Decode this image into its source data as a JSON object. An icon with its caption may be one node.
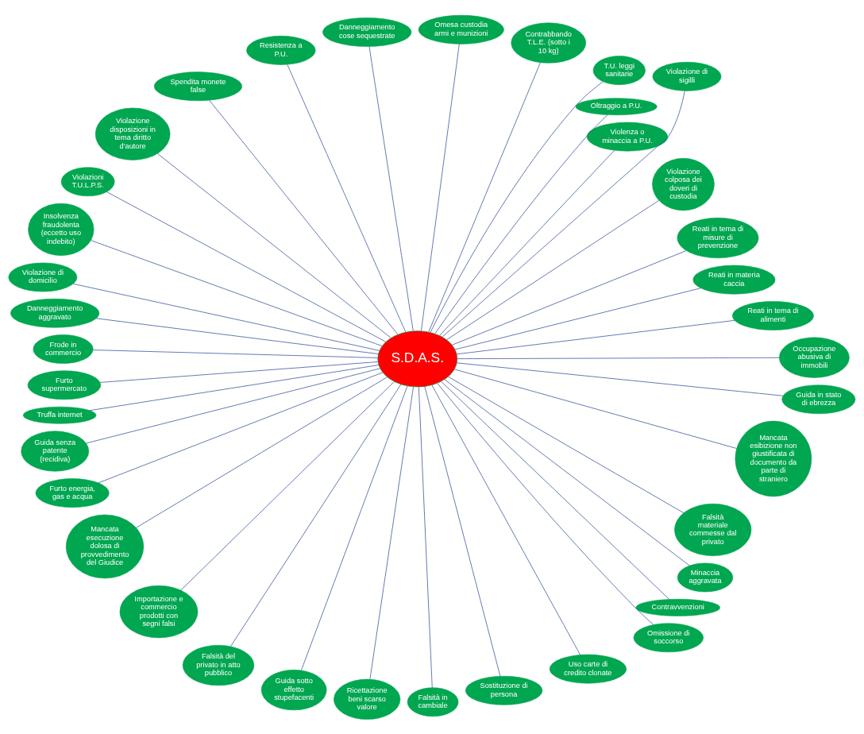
{
  "diagram": {
    "nodes": [
      {
        "text": [
          "S.D.A.S."
        ]
      },
      {
        "text": [
          "Reati in tema di alimenti"
        ]
      },
      {
        "text": [
          "Reati in materia caccia"
        ]
      },
      {
        "text": [
          "Reati in tema di misure di prevenzione"
        ]
      },
      {
        "text": [
          "Violazione colposa dei doveri di custodia"
        ]
      },
      {
        "text": [
          "Violenza o minaccia a P.U."
        ]
      },
      {
        "text": [
          "Oltraggio a P.U."
        ]
      },
      {
        "text": [
          "Violazione di sigilli"
        ]
      },
      {
        "text": [
          "T.U. leggi sanitarie"
        ]
      },
      {
        "text": [
          "Contrabbando T.L.E. (sotto i 10 kg)"
        ]
      },
      {
        "text": [
          "Omesa custodia armi e munizioni"
        ]
      },
      {
        "text": [
          "Danneggiamento cose sequestrate"
        ]
      },
      {
        "text": [
          "Resistenza a P.U."
        ]
      },
      {
        "text": [
          "Spendita monete false"
        ]
      },
      {
        "text": [
          "Violazione disposizioni in tema diritto d'autore"
        ]
      },
      {
        "text": [
          "Violazioni T.U.L.P.S."
        ]
      },
      {
        "text": [
          "Insolvenza fraudolenta (eccetto uso indebito)"
        ]
      },
      {
        "text": [
          "Violazione di domicilio"
        ]
      },
      {
        "text": [
          "Danneggiamento aggravato"
        ]
      },
      {
        "text": [
          "Frode in commercio"
        ]
      },
      {
        "text": [
          "Furto supermercato"
        ]
      },
      {
        "text": [
          "Truffa internet"
        ]
      },
      {
        "text": [
          "Guida senza patente (recidiva)"
        ]
      },
      {
        "text": [
          "Furto energia, gas e acqua"
        ]
      },
      {
        "text": [
          "Mancata esecuzione dolosa di provvedimento del Giudice"
        ]
      },
      {
        "text": [
          "Importazione e commercio prodotti con segni falsi"
        ]
      },
      {
        "text": [
          "Falsità del privato in atto pubblico"
        ]
      },
      {
        "text": [
          "Guida sotto effetto stupefacenti"
        ]
      },
      {
        "text": [
          "Ricettazione beni scarso valore"
        ]
      },
      {
        "text": [
          "Falsità in cambiale"
        ]
      },
      {
        "text": [
          "Sostituzione di persona"
        ]
      },
      {
        "text": [
          "Uso carte di credito clonate"
        ]
      },
      {
        "text": [
          "Omissione di soccorso"
        ]
      },
      {
        "text": [
          "Contravvenzioni"
        ]
      },
      {
        "text": [
          "Minaccia aggravata"
        ]
      },
      {
        "text": [
          "Falsità materiale commesse dal privato"
        ]
      },
      {
        "text": [
          "Mancata esibizione non giustificata di documento da parte di straniero"
        ]
      },
      {
        "text": [
          "Guida in stato di ebrezza"
        ]
      },
      {
        "text": [
          "Occupazione abusiva di immobili"
        ]
      }
    ],
    "edges": [
      {
        "from": 0,
        "to": 1,
        "arrow": "none"
      },
      {
        "from": 0,
        "to": 2,
        "arrow": "none"
      },
      {
        "from": 0,
        "to": 3,
        "arrow": "none"
      },
      {
        "from": 0,
        "to": 4,
        "arrow": "none"
      },
      {
        "from": 0,
        "to": 5,
        "arrow": "none"
      },
      {
        "from": 0,
        "to": 6,
        "arrow": "none"
      },
      {
        "from": 0,
        "to": 7,
        "arrow": "none"
      },
      {
        "from": 0,
        "to": 8,
        "arrow": "none"
      },
      {
        "from": 0,
        "to": 9,
        "arrow": "none"
      },
      {
        "from": 0,
        "to": 10,
        "arrow": "none"
      },
      {
        "from": 0,
        "to": 11,
        "arrow": "none"
      },
      {
        "from": 0,
        "to": 12,
        "arrow": "none"
      },
      {
        "from": 0,
        "to": 13,
        "arrow": "none"
      },
      {
        "from": 0,
        "to": 14,
        "arrow": "none"
      },
      {
        "from": 0,
        "to": 15,
        "arrow": "none"
      },
      {
        "from": 0,
        "to": 16,
        "arrow": "none"
      },
      {
        "from": 0,
        "to": 17,
        "arrow": "none"
      },
      {
        "from": 0,
        "to": 18,
        "arrow": "none"
      },
      {
        "from": 0,
        "to": 19,
        "arrow": "none"
      },
      {
        "from": 0,
        "to": 20,
        "arrow": "none"
      },
      {
        "from": 0,
        "to": 21,
        "arrow": "none"
      },
      {
        "from": 0,
        "to": 22,
        "arrow": "none"
      },
      {
        "from": 0,
        "to": 23,
        "arrow": "none"
      },
      {
        "from": 0,
        "to": 24,
        "arrow": "none"
      },
      {
        "from": 0,
        "to": 25,
        "arrow": "none"
      },
      {
        "from": 0,
        "to": 26,
        "arrow": "none"
      },
      {
        "from": 0,
        "to": 27,
        "arrow": "none"
      },
      {
        "from": 0,
        "to": 28,
        "arrow": "none"
      },
      {
        "from": 0,
        "to": 29,
        "arrow": "none"
      },
      {
        "from": 0,
        "to": 30,
        "arrow": "none"
      },
      {
        "from": 0,
        "to": 31,
        "arrow": "none"
      },
      {
        "from": 0,
        "to": 32,
        "arrow": "none"
      },
      {
        "from": 0,
        "to": 33,
        "arrow": "none"
      },
      {
        "from": 0,
        "to": 34,
        "arrow": "none"
      },
      {
        "from": 0,
        "to": 35,
        "arrow": "none"
      },
      {
        "from": 0,
        "to": 36,
        "arrow": "none"
      },
      {
        "from": 0,
        "to": 37,
        "arrow": "none"
      },
      {
        "from": 0,
        "to": 38,
        "arrow": "none"
      }
    ]
  }
}
